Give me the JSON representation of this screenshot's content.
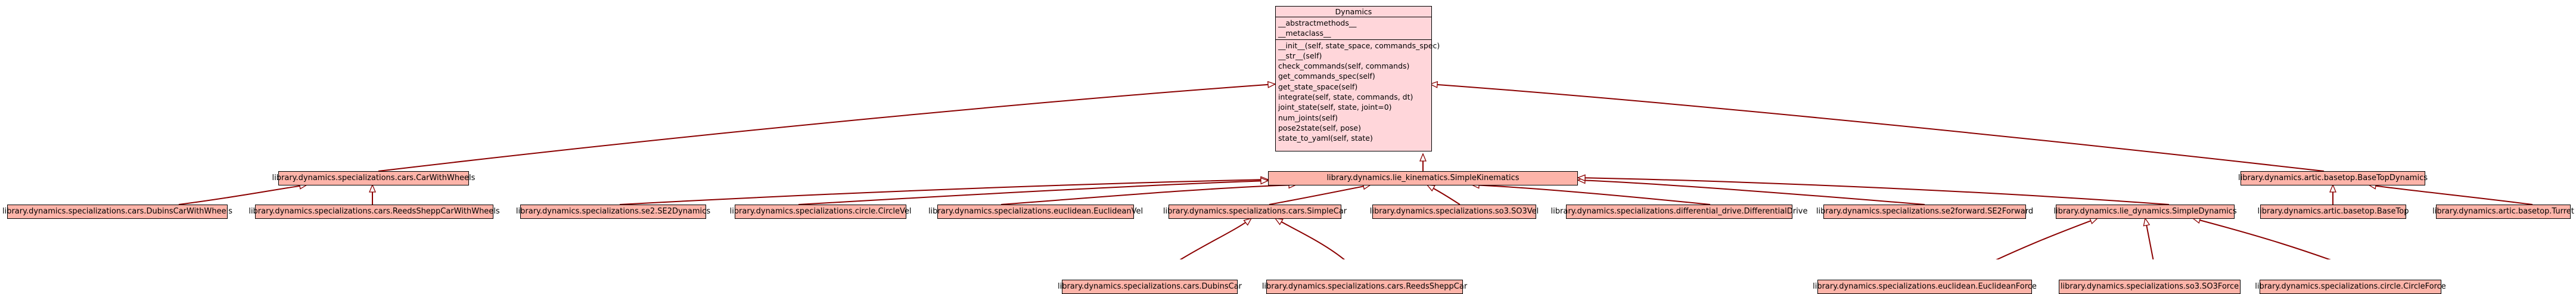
{
  "root": {
    "title": "Dynamics",
    "attributes": [
      "__abstractmethods__",
      "__metaclass__"
    ],
    "methods": [
      "__init__(self, state_space, commands_spec)",
      "__str__(self)",
      "check_commands(self, commands)",
      "get_commands_spec(self)",
      "get_state_space(self)",
      "integrate(self, state, commands, dt)",
      "joint_state(self, state, joint=0)",
      "num_joints(self)",
      "pose2state(self, pose)",
      "state_to_yaml(self, state)"
    ]
  },
  "nodes": {
    "car_wheels": "library.dynamics.specializations.cars.CarWithWheels",
    "simple_kin": "library.dynamics.lie_kinematics.SimpleKinematics",
    "base_top": "library.dynamics.artic.basetop.BaseTopDynamics",
    "dubins_wheels": "library.dynamics.specializations.cars.DubinsCarWithWheels",
    "reeds_wheels": "library.dynamics.specializations.cars.ReedsSheppCarWithWheels",
    "se2_dyn": "library.dynamics.specializations.se2.SE2Dynamics",
    "circle_vel": "library.dynamics.specializations.circle.CircleVel",
    "eucl_vel": "library.dynamics.specializations.euclidean.EuclideanVel",
    "simple_car": "library.dynamics.specializations.cars.SimpleCar",
    "so3_vel": "library.dynamics.specializations.so3.SO3Vel",
    "diff_drive": "library.dynamics.specializations.differential_drive.DifferentialDrive",
    "se2_forward": "library.dynamics.specializations.se2forward.SE2Forward",
    "simple_dyn": "library.dynamics.lie_dynamics.SimpleDynamics",
    "artic_base_top": "library.dynamics.artic.basetop.BaseTop",
    "artic_turret": "library.dynamics.artic.basetop.Turret",
    "dubins_car": "library.dynamics.specializations.cars.DubinsCar",
    "reeds_car": "library.dynamics.specializations.cars.ReedsSheppCar",
    "eucl_force": "library.dynamics.specializations.euclidean.EuclideanForce",
    "so3_force": "library.dynamics.specializations.so3.SO3Force",
    "circle_force": "library.dynamics.specializations.circle.CircleForce"
  },
  "colors": {
    "edge": "#8b0000",
    "node_fill": "#fdb4a9",
    "root_fill": "#ffd6da",
    "border": "#000000"
  }
}
